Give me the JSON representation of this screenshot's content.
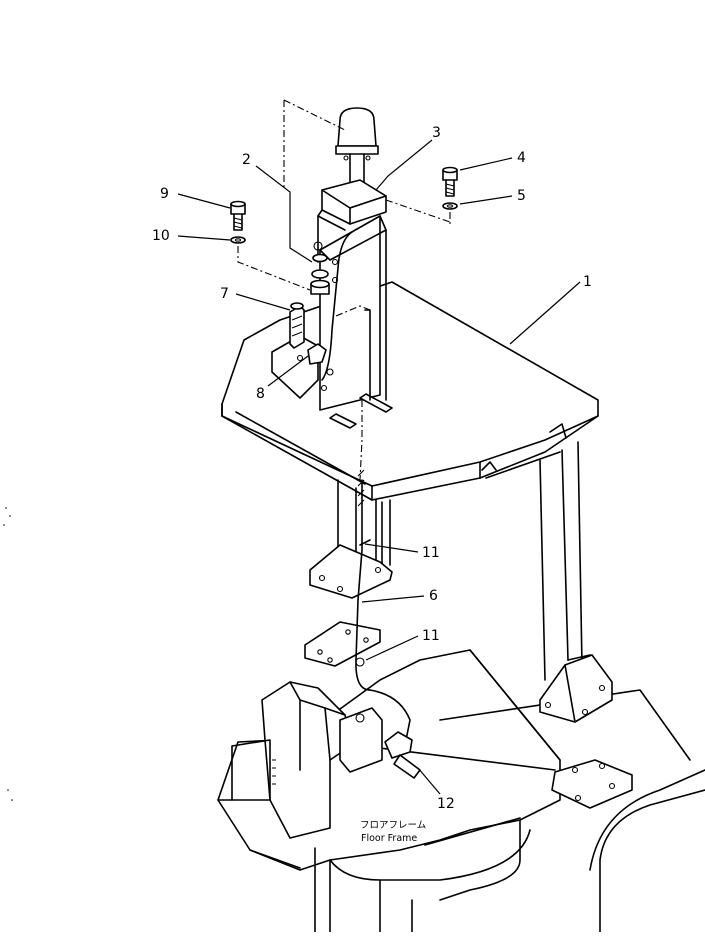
{
  "parts": [
    {
      "key": "p1",
      "label": "1"
    },
    {
      "key": "p2",
      "label": "2"
    },
    {
      "key": "p3",
      "label": "3"
    },
    {
      "key": "p4",
      "label": "4"
    },
    {
      "key": "p5",
      "label": "5"
    },
    {
      "key": "p6",
      "label": "6"
    },
    {
      "key": "p7",
      "label": "7"
    },
    {
      "key": "p8",
      "label": "8"
    },
    {
      "key": "p9",
      "label": "9"
    },
    {
      "key": "p10",
      "label": "10"
    },
    {
      "key": "p11a",
      "label": "11"
    },
    {
      "key": "p11b",
      "label": "11"
    },
    {
      "key": "p12",
      "label": "12"
    }
  ],
  "floor_frame": {
    "label_jp": "フロアフレーム",
    "label_en": "Floor Frame"
  }
}
